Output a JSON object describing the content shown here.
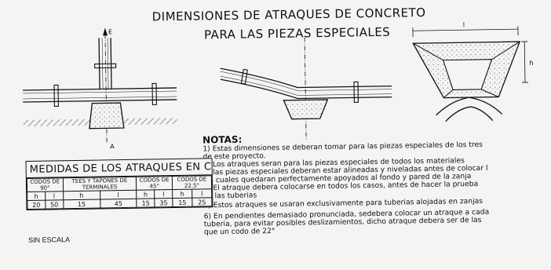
{
  "title": {
    "line1": "DIMENSIONES DE ATRAQUES DE CONCRETO",
    "line2": "PARA LAS PIEZAS ESPECIALES"
  },
  "diagram_labels": {
    "axis_top": "E",
    "axis_bottom": "A",
    "dim_width": "l",
    "dim_height": "h"
  },
  "notes": {
    "heading": "NOTAS:",
    "items": [
      "1) Estas dimensiones se deberan tomar para las piezas especiales de los tres",
      "de este proyecto.",
      "2) Los atraques seran para las piezas especiales de todos los materiales",
      "3) las piezas especiales deberan estar alineadas y niveladas antes de colocar l",
      "los cuales quedaran perfectamente apoyados al fondo y pared de la zanja",
      "4) El atraque debera colocarse en todos los casos, antes de hacer la prueba",
      "de las tuberias",
      "5) Estos atraques se usaran exclusivamente para tuberias alojadas en zanjas",
      "6) En pendientes demasiado pronunciada, sedebera colocar un atraque a cada",
      "tuberia, para evitar posibles deslizamientos, dicho atraque debera ser de las",
      "que un codo de 22°"
    ]
  },
  "table": {
    "title": "MEDIDAS DE LOS ATRAQUES EN CM",
    "groups": [
      "CODOS DE 90°",
      "TEES Y TAPONES DE TERMINALES",
      "CODOS DE 45°",
      "CODOS DE 22.5°"
    ],
    "subheaders": [
      "h",
      "l",
      "h",
      "l",
      "h",
      "l",
      "h",
      "l"
    ],
    "values": [
      "20",
      "50",
      "15",
      "45",
      "15",
      "35",
      "15",
      "25"
    ]
  },
  "scale_note": "SIN ESCALA"
}
